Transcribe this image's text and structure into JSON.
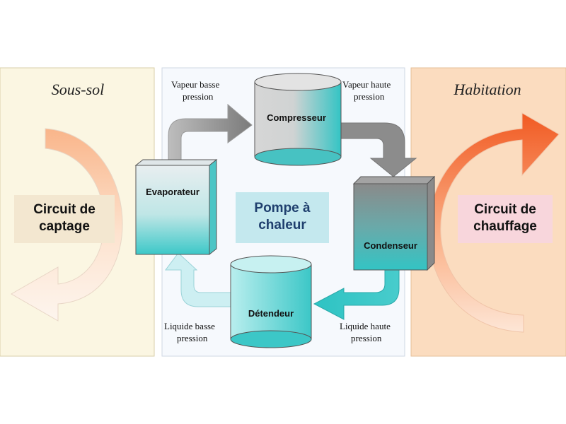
{
  "panels": {
    "left_title": "Sous-sol",
    "right_title": "Habitation"
  },
  "components": {
    "compressor": "Compresseur",
    "evaporator": "Evaporateur",
    "condenser": "Condenseur",
    "expansion_valve": "Détendeur"
  },
  "flows": {
    "low_pressure_vapour": [
      "Vapeur basse",
      "pression"
    ],
    "high_pressure_vapour": [
      "Vapeur haute",
      "pression"
    ],
    "low_pressure_liquid": [
      "Liquide basse",
      "pression"
    ],
    "high_pressure_liquid": [
      "Liquide haute",
      "pression"
    ]
  },
  "circuits": {
    "capture": [
      "Circuit de",
      "captage"
    ],
    "heating": [
      "Circuit de",
      "chauffage"
    ],
    "heat_pump": [
      "Pompe à",
      "chaleur"
    ]
  },
  "colors": {
    "left_panel": "#fbf6e2",
    "right_panel": "#fbdcbf",
    "middle_panel": "#f6f9fd",
    "cyan": "#35c6c6",
    "orange_arrow": "#f36a2a",
    "grey_arrow": "#8a8a8a"
  }
}
